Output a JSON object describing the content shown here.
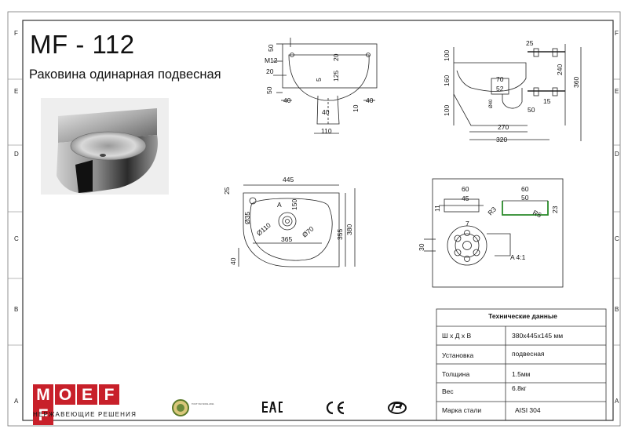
{
  "model": "MF - 112",
  "subtitle": "Раковина одинарная подвесная",
  "zones_left": [
    "F",
    "E",
    "D",
    "C",
    "B",
    "A"
  ],
  "zones_right": [
    "F",
    "E",
    "D",
    "C",
    "B",
    "A"
  ],
  "spec_table": {
    "title": "Технические данные",
    "rows": [
      {
        "label": "Ш х Д х В",
        "value": "380х445х145 мм"
      },
      {
        "label": "Установка",
        "value": "подвесная"
      },
      {
        "label": "Толщина",
        "value": "1.5мм"
      },
      {
        "label": "Вес",
        "value": "6.8кг"
      },
      {
        "label": "Марка стали",
        "value": "AISI 304"
      }
    ]
  },
  "brand": {
    "letters": [
      "M",
      "O",
      "E",
      "F",
      "F"
    ],
    "slogan": "НЕРЖАВЕЮЩИЕ РЕШЕНИЯ",
    "color": "#c8202a"
  },
  "certs": {
    "gost": "ГОСТ ISO 9001-2011",
    "eac": "EAC",
    "ce": "CE",
    "rst": "РСТ"
  },
  "front_view_dims": [
    "50",
    "M12",
    "20",
    "20",
    "125",
    "5",
    "50",
    "40",
    "40",
    "40",
    "10",
    "110"
  ],
  "side_view_dims": [
    "25",
    "100",
    "160",
    "100",
    "240",
    "360",
    "70",
    "52",
    "15",
    "50",
    "Ø40",
    "270",
    "320"
  ],
  "top_view_dims": [
    "445",
    "25",
    "Ø35",
    "A",
    "150",
    "Ø110",
    "Ø70",
    "365",
    "355",
    "380",
    "40"
  ],
  "detail_dims": [
    "60",
    "45",
    "11",
    "60",
    "50",
    "R3",
    "R5",
    "23",
    "7",
    "30"
  ],
  "detail_label": "A 4:1"
}
